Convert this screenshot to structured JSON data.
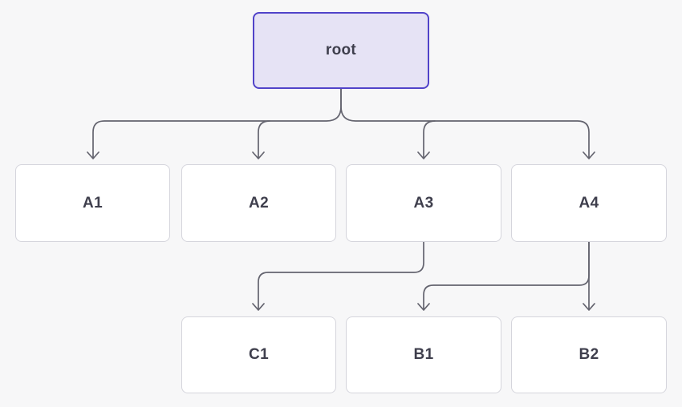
{
  "diagram": {
    "type": "tree",
    "background": "#f7f7f8",
    "colors": {
      "root_fill": "#e6e3f5",
      "root_border": "#5143c9",
      "node_fill": "#ffffff",
      "node_border": "#d5d5dc",
      "edge": "#64646f",
      "text": "#3f3f4d"
    },
    "nodes": {
      "root": {
        "label": "root"
      },
      "a1": {
        "label": "A1"
      },
      "a2": {
        "label": "A2"
      },
      "a3": {
        "label": "A3"
      },
      "a4": {
        "label": "A4"
      },
      "c1": {
        "label": "C1"
      },
      "b1": {
        "label": "B1"
      },
      "b2": {
        "label": "B2"
      }
    },
    "edges": [
      {
        "from": "root",
        "to": "A1"
      },
      {
        "from": "root",
        "to": "A2"
      },
      {
        "from": "root",
        "to": "A3"
      },
      {
        "from": "root",
        "to": "A4"
      },
      {
        "from": "A3",
        "to": "C1"
      },
      {
        "from": "A4",
        "to": "B1"
      },
      {
        "from": "A4",
        "to": "B2"
      }
    ]
  }
}
